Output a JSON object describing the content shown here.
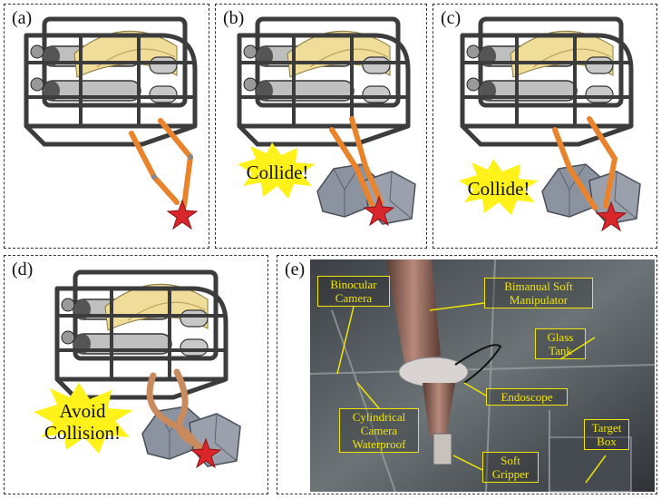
{
  "panels": {
    "a": {
      "label": "(a)"
    },
    "b": {
      "label": "(b)",
      "burst": "Collide!"
    },
    "c": {
      "label": "(c)",
      "burst": "Collide!"
    },
    "d": {
      "label": "(d)",
      "burst_line1": "Avoid",
      "burst_line2": "Collision!"
    },
    "e": {
      "label": "(e)",
      "callouts": {
        "bino1": "Binocular",
        "bino2": "Camera",
        "mani1": "Bimanual Soft",
        "mani2": "Manipulator",
        "glass1": "Glass",
        "glass2": "Tank",
        "endo": "Endoscope",
        "cyl1": "Cylindrical",
        "cyl2": "Camera",
        "cyl3": "Waterproof",
        "target1": "Target",
        "target2": "Box",
        "soft1": "Soft",
        "soft2": "Gripper"
      }
    }
  },
  "colors": {
    "frame": "#3c3c3c",
    "arm_rigid": "#e9842c",
    "arm_soft": "#c98a5e",
    "starfish": "#d9262a",
    "rock": "#8c93a0",
    "burst": "#fff21a",
    "callout": "#f2e600",
    "float_shell": "#f1dd9a"
  },
  "icons": [
    "robot-frame-icon",
    "starfish-icon",
    "rock-icon",
    "collision-burst-icon"
  ]
}
